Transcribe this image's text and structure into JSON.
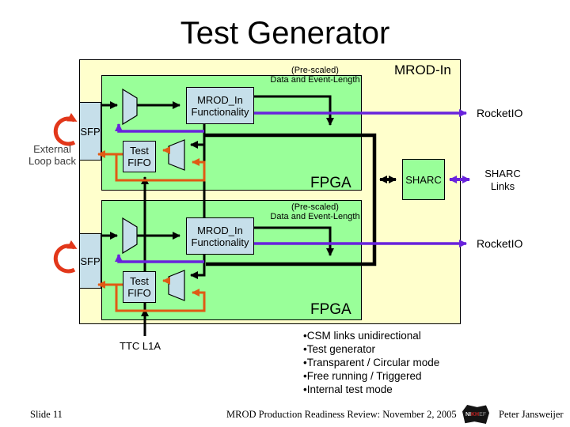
{
  "slide_title": "Test Generator",
  "diagram": {
    "container_label": "MROD-In",
    "fpga_label": "FPGA",
    "sfp_label": "SFP",
    "mrod_func_box": {
      "line1": "MROD_In",
      "line2": "Functionality"
    },
    "test_fifo_box": {
      "line1": "Test",
      "line2": "FIFO"
    },
    "prescaled_label": {
      "line1": "(Pre-scaled)",
      "line2": "Data and Event-Length"
    },
    "rocketio_label": "RocketIO",
    "sharc_box_label": "SHARC",
    "sharc_links_label": {
      "line1": "SHARC",
      "line2": "Links"
    },
    "external_loopback_label": {
      "line1": "External",
      "line2": "Loop back"
    },
    "ttc_label": "TTC L1A"
  },
  "notes": {
    "items": [
      "•CSM links unidirectional",
      "•Test generator",
      "•Transparent / Circular mode",
      "•Free running / Triggered",
      "•Internal test mode"
    ]
  },
  "footer": {
    "slide_number": "Slide 11",
    "review_title": "MROD Production Readiness Review: November 2, 2005",
    "author": "Peter Jansweijer",
    "logo_text": {
      "part1": "NI",
      "part2": "KH",
      "part3": "EF"
    }
  },
  "colors": {
    "container_fill": "#FFFFCC",
    "fpga_fill": "#99FF99",
    "component_fill": "#C6DFEA",
    "wire_black": "#000000",
    "wire_purple": "#6923DC",
    "wire_orange": "#E05A14",
    "loopback_red": "#E2371A"
  }
}
